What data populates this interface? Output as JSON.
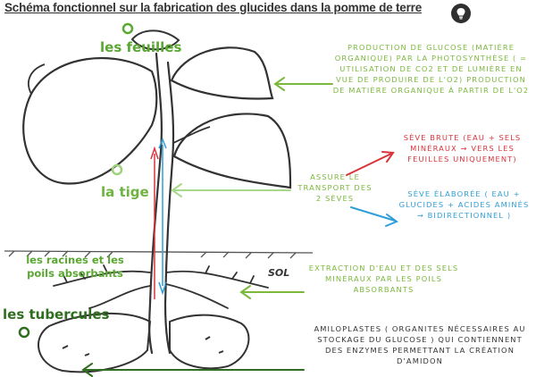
{
  "title": "Schéma fonctionnel sur la fabrication des glucides dans la pomme de terre",
  "labels": {
    "feuilles": "les feuilles",
    "tige": "la tige",
    "racines": "les racines et les poils absorbants",
    "tubercules": "les tubercules",
    "sol": "SOL"
  },
  "notes": {
    "photosynthese": "PRODUCTION DE GLUCOSE (MATIÈRE ORGANIQUE) PAR LA PHOTOSYNTHÈSE ( = UTILISATION DE CO2 ET DE LUMIÈRE EN VUE DE PRODUIRE DE L'O2) PRODUCTION DE MATIÈRE ORGANIQUE À PARTIR DE L'O2",
    "seve_brute": "SÈVE BRUTE (EAU + SELS MINÉRAUX → VERS LES FEUILLES UNIQUEMENT)",
    "transport": "ASSURE LE TRANSPORT DES 2 SÈVES",
    "seve_elaboree": "SÈVE ÉLABORÉE ( EAU + GLUCIDES + ACIDES AMINÉS → BIDIRECTIONNEL )",
    "extraction": "EXTRACTION D'EAU ET DES SELS MINÉRAUX PAR LES POILS ABSORBANTS",
    "amiloplastes": "AMILOPLASTES ( ORGANITES NÉCESSAIRES AU STOCKAGE DU GLUCOSE ) QUI CONTIENNENT DES ENZYMES PERMETTANT LA CRÉATION D'AMIDON"
  },
  "colors": {
    "green": "#7bb83c",
    "dark_green": "#2f6e1f",
    "red": "#d9333a",
    "blue": "#2f9fd8"
  },
  "icons": {
    "help": "lightbulb-icon"
  }
}
